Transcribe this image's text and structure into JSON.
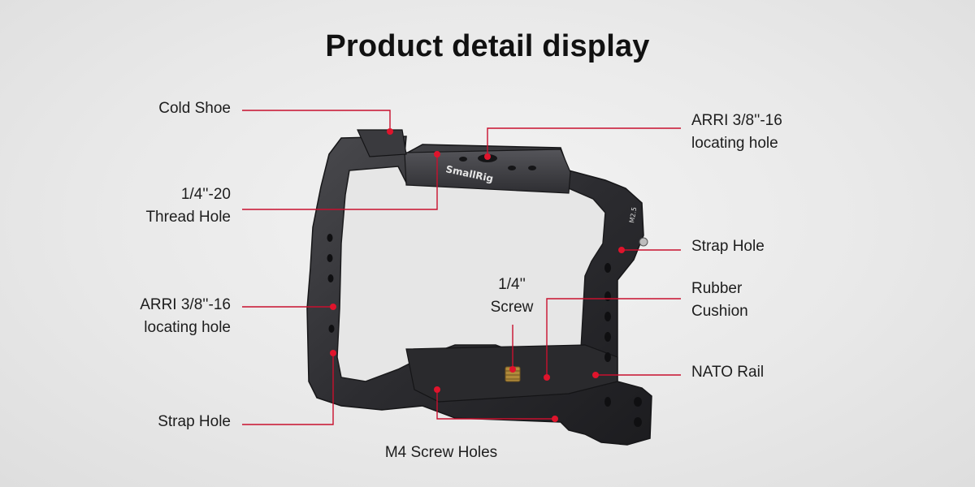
{
  "title": "Product detail display",
  "brand": "SmallRig",
  "engraving": "M2.5",
  "colors": {
    "background": "#ebebeb",
    "cage": "#2b2b2e",
    "leader_line": "#c8102e",
    "marker": "#e0142c"
  },
  "callouts": {
    "cold_shoe": "Cold Shoe",
    "thread_hole": [
      "1/4''-20",
      "Thread Hole"
    ],
    "arri_left": [
      "ARRI 3/8''-16",
      "locating hole"
    ],
    "strap_left": "Strap Hole",
    "arri_right": [
      "ARRI 3/8''-16",
      "locating hole"
    ],
    "strap_right": "Strap Hole",
    "rubber_cushion": [
      "Rubber",
      "Cushion"
    ],
    "nato_rail": "NATO Rail",
    "screw": [
      "1/4''",
      "Screw"
    ],
    "m4_holes": "M4 Screw Holes"
  }
}
